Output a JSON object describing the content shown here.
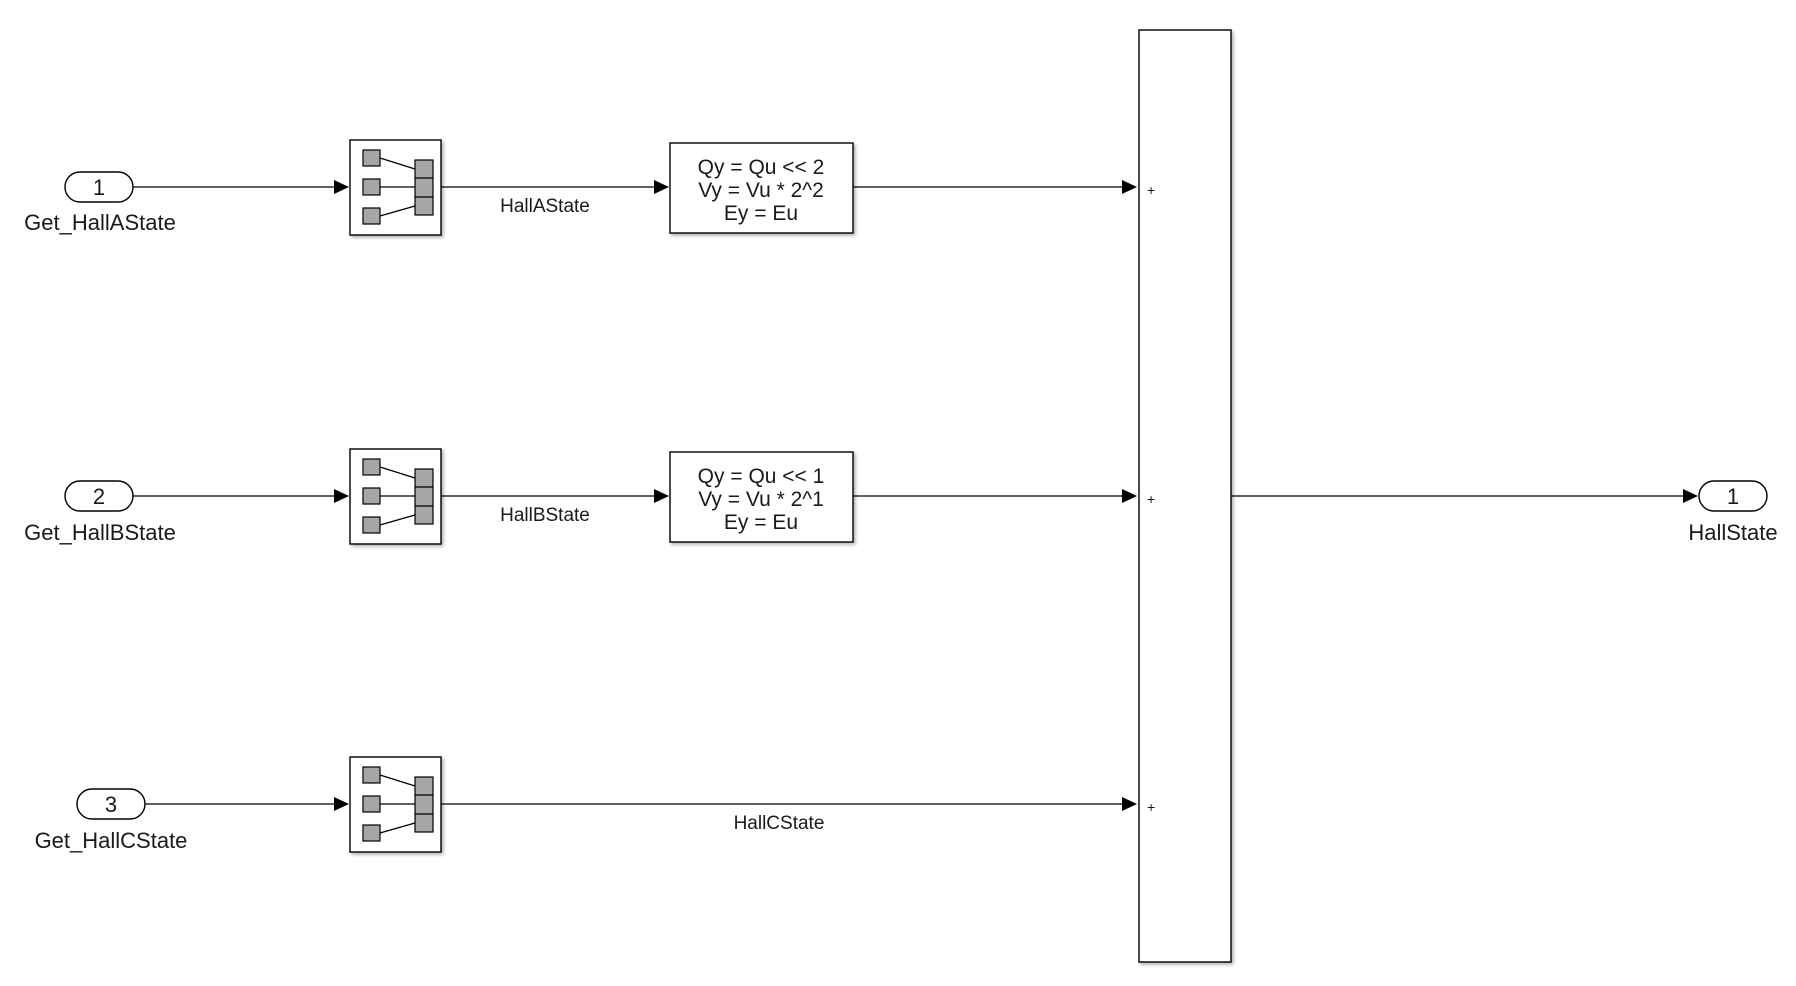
{
  "inports": [
    {
      "number": "1",
      "label": "Get_HallAState"
    },
    {
      "number": "2",
      "label": "Get_HallBState"
    },
    {
      "number": "3",
      "label": "Get_HallCState"
    }
  ],
  "signals": [
    {
      "label": "HallAState"
    },
    {
      "label": "HallBState"
    },
    {
      "label": "HallCState"
    }
  ],
  "shift_blocks": [
    {
      "lines": [
        "Qy = Qu << 2",
        "Vy = Vu * 2^2",
        "Ey = Eu"
      ]
    },
    {
      "lines": [
        "Qy = Qu << 1",
        "Vy = Vu * 2^1",
        "Ey = Eu"
      ]
    }
  ],
  "sum_block": {
    "signs": [
      "+",
      "+",
      "+"
    ]
  },
  "outport": {
    "number": "1",
    "label": "HallState"
  }
}
